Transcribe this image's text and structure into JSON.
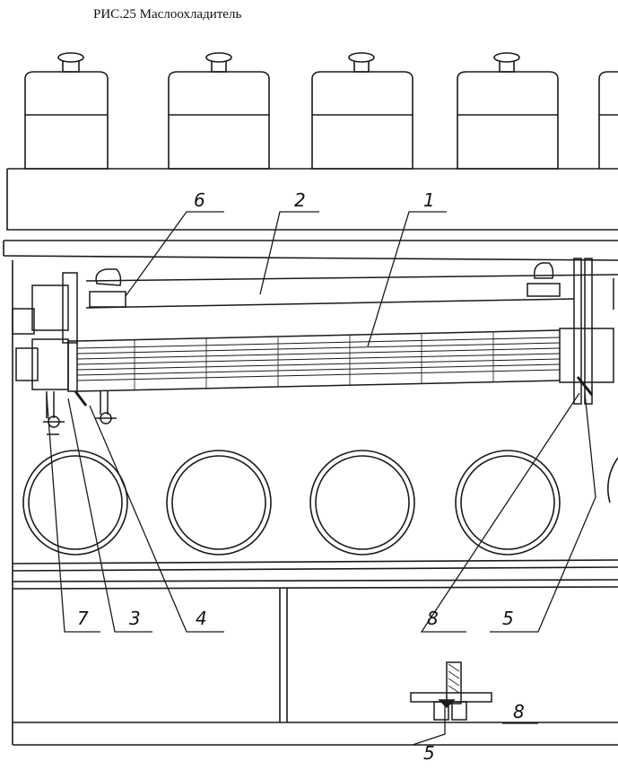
{
  "caption": "РИС.25 Маслоохладитель",
  "callouts": {
    "c1": "1",
    "c2": "2",
    "c3": "3",
    "c4": "4",
    "c5_right": "5",
    "c5_bottom": "5",
    "c6": "6",
    "c7": "7",
    "c8_left": "8",
    "c8_right": "8"
  },
  "colors": {
    "ink": "#1a1a1a",
    "paper": "#ffffff"
  }
}
